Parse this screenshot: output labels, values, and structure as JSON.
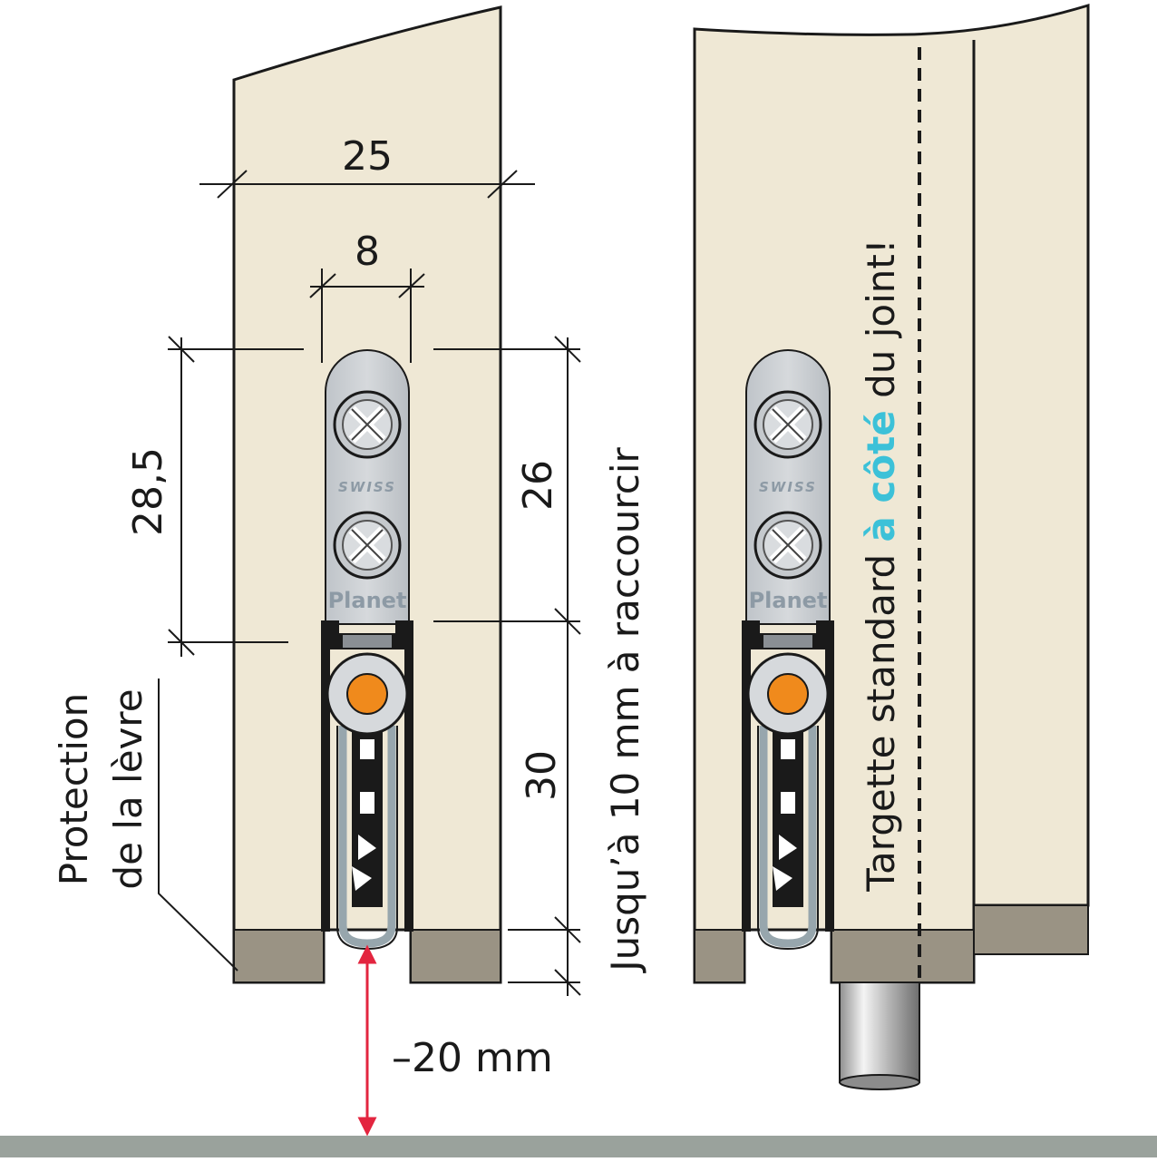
{
  "dimensions": {
    "door_thickness": "25",
    "seal_width": "8",
    "bracket_height": "28,5",
    "right_bracket_height": "26",
    "seal_height": "30",
    "gap_to_floor": "–20 mm"
  },
  "labels": {
    "lip_protection_line1": "Protection",
    "lip_protection_line2": "de la lèvre",
    "shorten_note": "Jusqu’à 10 mm à raccourcir",
    "bolt_note_before": "Targette standard ",
    "bolt_note_highlight": "à côté",
    "bolt_note_after": " du joint!"
  },
  "product": {
    "brand": "Planet",
    "origin": "SWISS"
  },
  "colors": {
    "door": "#efe8d5",
    "door_edge": "#9a9384",
    "metal": "#c8ccd0",
    "orange": "#f08a1c",
    "highlight": "#3cc1d8",
    "arrow": "#e3253f",
    "floor": "#9aa29c"
  }
}
